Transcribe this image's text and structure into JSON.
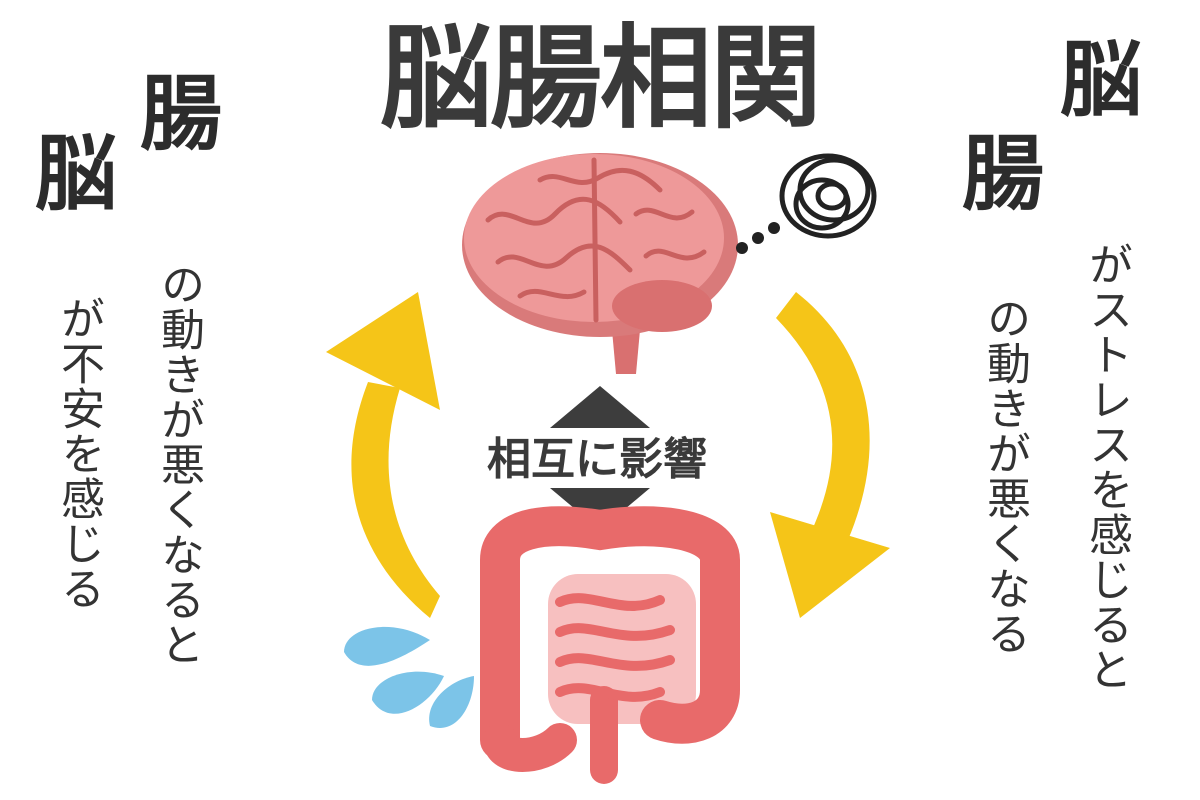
{
  "title": "脳腸相関",
  "left": {
    "kanji_brain": "脳",
    "kanji_gut": "腸",
    "text_gut": "の動きが悪くなると",
    "text_brain": "が不安を感じる"
  },
  "right": {
    "kanji_brain": "脳",
    "kanji_gut": "腸",
    "text_brain": "がストレスを感じると",
    "text_gut": "の動きが悪くなる"
  },
  "center_label": "相互に影響",
  "colors": {
    "arrow": "#f5c518",
    "brain": "#e88a8a",
    "intestine": "#e86a6a",
    "water": "#7cc4e8",
    "triangle": "#3d3d3d"
  },
  "icons": [
    "brain-icon",
    "intestine-icon",
    "stress-scribble-icon",
    "water-drop-icon",
    "cycle-arrow-left",
    "cycle-arrow-right"
  ]
}
